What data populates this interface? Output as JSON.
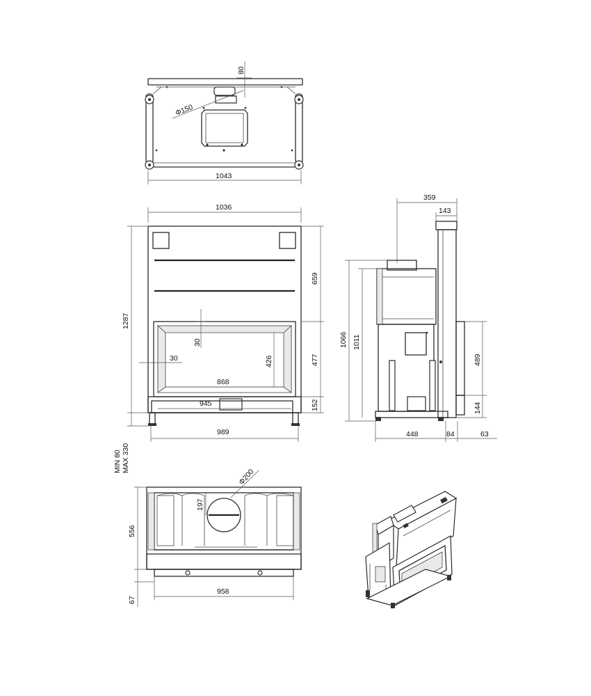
{
  "top_view": {
    "d_80": "80",
    "d_phi150": "Φ150",
    "d_1043": "1043"
  },
  "front_view": {
    "d_1036": "1036",
    "d_1287": "1287",
    "d_659": "659",
    "d_477": "477",
    "d_152": "152",
    "d_30_vert": "30",
    "d_30_horiz": "30",
    "d_426": "426",
    "d_868": "868",
    "d_945": "945",
    "d_989": "989",
    "d_min": "MIN 80",
    "d_max": "MAX 330"
  },
  "side_view": {
    "d_359": "359",
    "d_143": "143",
    "d_1066": "1066",
    "d_1011": "1011",
    "d_489": "489",
    "d_144": "144",
    "d_448": "448",
    "d_84": "84",
    "d_63": "63"
  },
  "bottom_view": {
    "d_phi200": "Φ200",
    "d_197": "197",
    "d_556": "556",
    "d_67": "67",
    "d_958": "958"
  }
}
